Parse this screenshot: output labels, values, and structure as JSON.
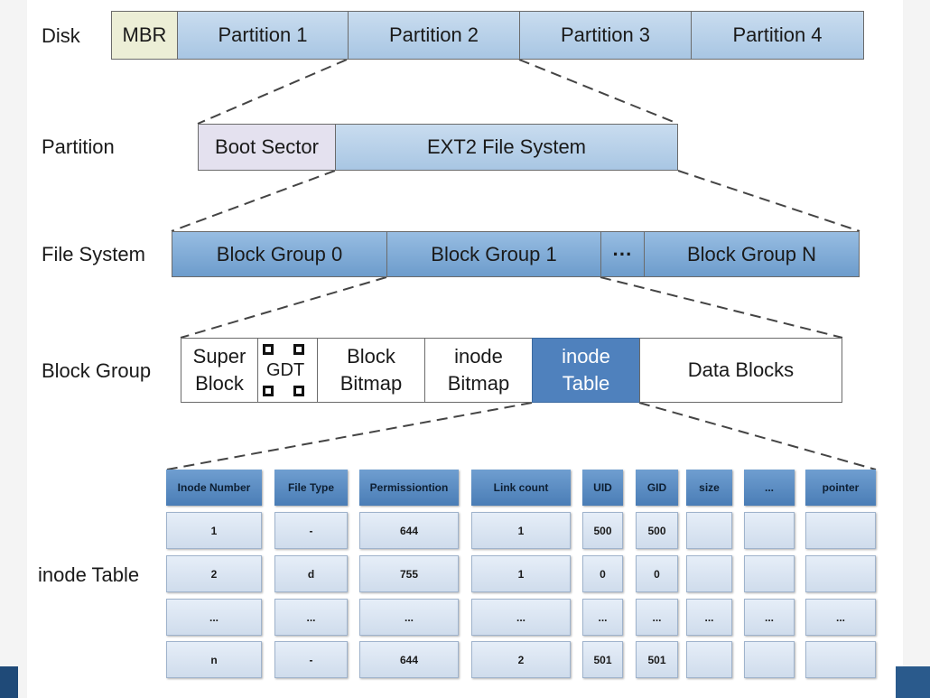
{
  "labels": {
    "disk": "Disk",
    "partition": "Partition",
    "file_system": "File System",
    "block_group": "Block Group",
    "inode_table": "inode Table"
  },
  "disk": {
    "mbr": "MBR",
    "partitions": [
      "Partition 1",
      "Partition 2",
      "Partition 3",
      "Partition 4"
    ]
  },
  "partition": {
    "boot_sector": "Boot Sector",
    "file_system": "EXT2 File System"
  },
  "file_system": {
    "groups": [
      "Block Group 0",
      "Block Group 1",
      "···",
      "Block Group N"
    ]
  },
  "block_group": {
    "super_block": [
      "Super",
      "Block"
    ],
    "gdt": "GDT",
    "block_bitmap": [
      "Block",
      "Bitmap"
    ],
    "inode_bitmap": [
      "inode",
      "Bitmap"
    ],
    "inode_table": [
      "inode",
      "Table"
    ],
    "data_blocks": "Data Blocks"
  },
  "inode_table": {
    "headers": [
      "Inode Number",
      "File Type",
      "Permissiontion",
      "Link count",
      "UID",
      "GID",
      "size",
      "...",
      "pointer"
    ],
    "rows": [
      [
        "1",
        "-",
        "644",
        "1",
        "500",
        "500",
        "",
        "",
        ""
      ],
      [
        "2",
        "d",
        "755",
        "1",
        "0",
        "0",
        "",
        "",
        ""
      ],
      [
        "...",
        "...",
        "...",
        "...",
        "...",
        "...",
        "...",
        "...",
        "..."
      ],
      [
        "n",
        "-",
        "644",
        "2",
        "501",
        "501",
        "",
        "",
        ""
      ]
    ]
  },
  "colors": {
    "cell_blue": "#a8c6e3",
    "cell_highlight": "#4f81bd",
    "mbr": "#eceed6",
    "boot_sector": "#e4e1ef",
    "table_header": "#4a7db6",
    "table_cell": "#cfdcec"
  }
}
